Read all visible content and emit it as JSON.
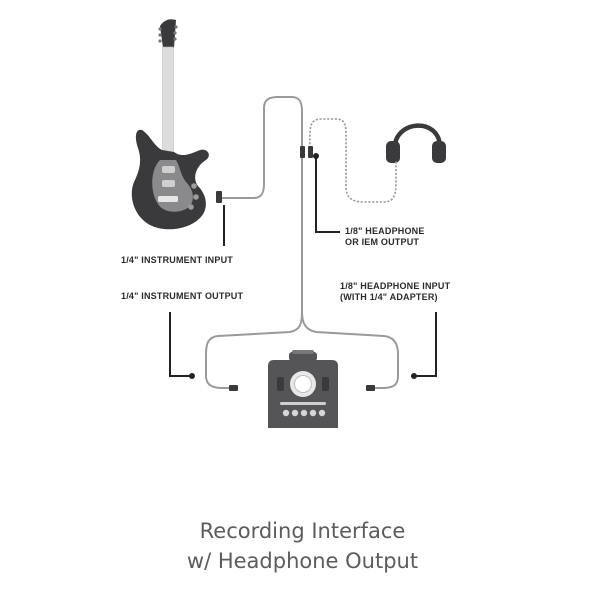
{
  "labels": {
    "instrument_input": "1/4\" INSTRUMENT INPUT",
    "instrument_output": "1/4\" INSTRUMENT OUTPUT",
    "headphone_output": [
      "1/8\" HEADPHONE",
      "OR IEM OUTPUT"
    ],
    "headphone_input": [
      "1/8\" HEADPHONE INPUT",
      "(WITH 1/4\" ADAPTER)"
    ]
  },
  "caption": [
    "Recording Interface",
    "w/ Headphone Output"
  ],
  "icons": [
    "electric-guitar-icon",
    "headphones-icon",
    "audio-interface-icon"
  ],
  "colors": {
    "device_body": "#555558",
    "guitar_body": "#3a3a3c",
    "cable": "#9a9a9a",
    "leader_line": "#222222",
    "label_text": "#2a2a2a",
    "caption_text": "#5c5c5c"
  }
}
